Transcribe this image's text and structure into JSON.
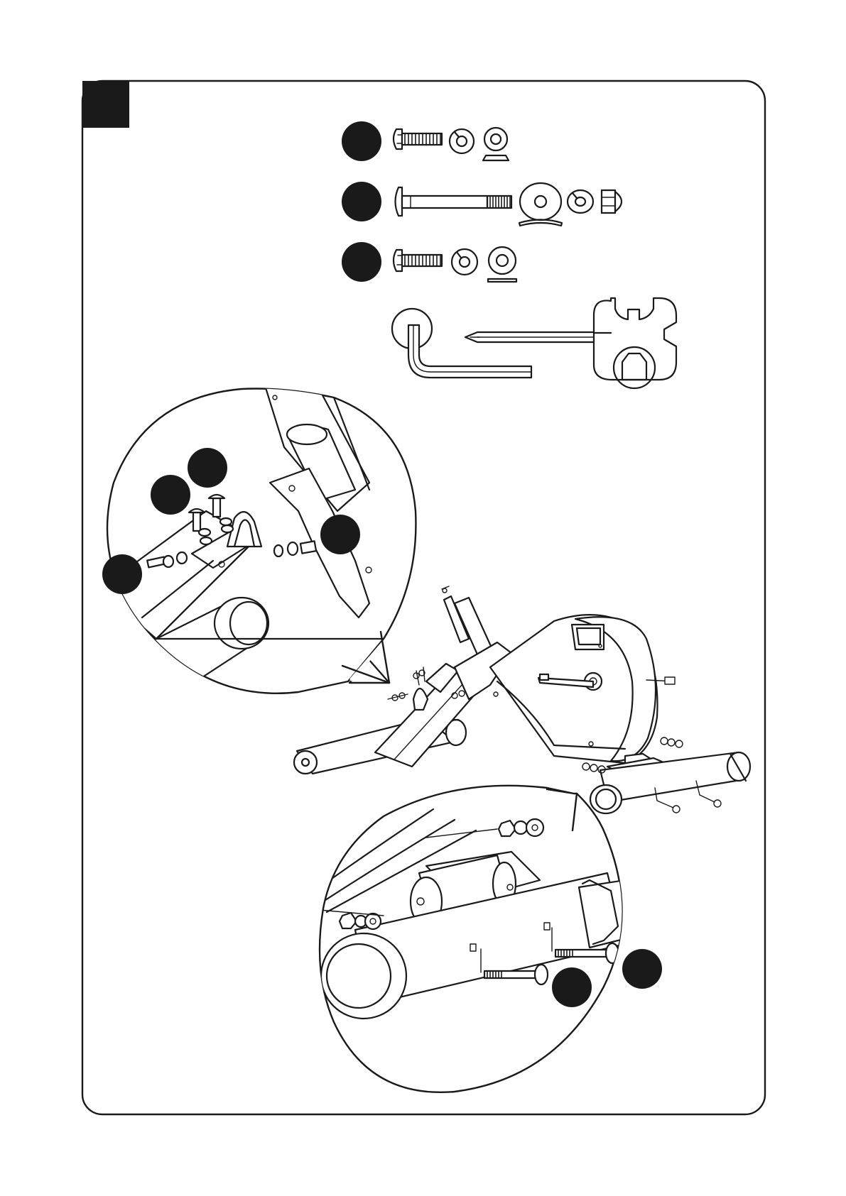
{
  "page": {
    "background": "#ffffff",
    "line_color": "#1a1a1a",
    "step_badge_color": "#1a1a1a"
  },
  "step_badge": {
    "label": ""
  },
  "hardware_callouts": [
    {
      "id": "callout-1",
      "label": "",
      "parts": [
        "button-head-bolt",
        "spring-washer",
        "curved-washer"
      ]
    },
    {
      "id": "callout-2",
      "label": "",
      "parts": [
        "carriage-bolt",
        "large-curved-washer",
        "spring-washer",
        "cap-nut"
      ]
    },
    {
      "id": "callout-3",
      "label": "",
      "parts": [
        "button-head-bolt",
        "spring-washer",
        "flat-washer"
      ]
    }
  ],
  "tools": [
    "allen-key",
    "screwdriver",
    "multi-wrench"
  ],
  "detail_views": [
    {
      "id": "detail-front-stabilizer-joint",
      "callout_badges": [
        "",
        "",
        "",
        ""
      ]
    },
    {
      "id": "detail-rear-stabilizer",
      "callout_badges": [
        "",
        ""
      ]
    }
  ]
}
